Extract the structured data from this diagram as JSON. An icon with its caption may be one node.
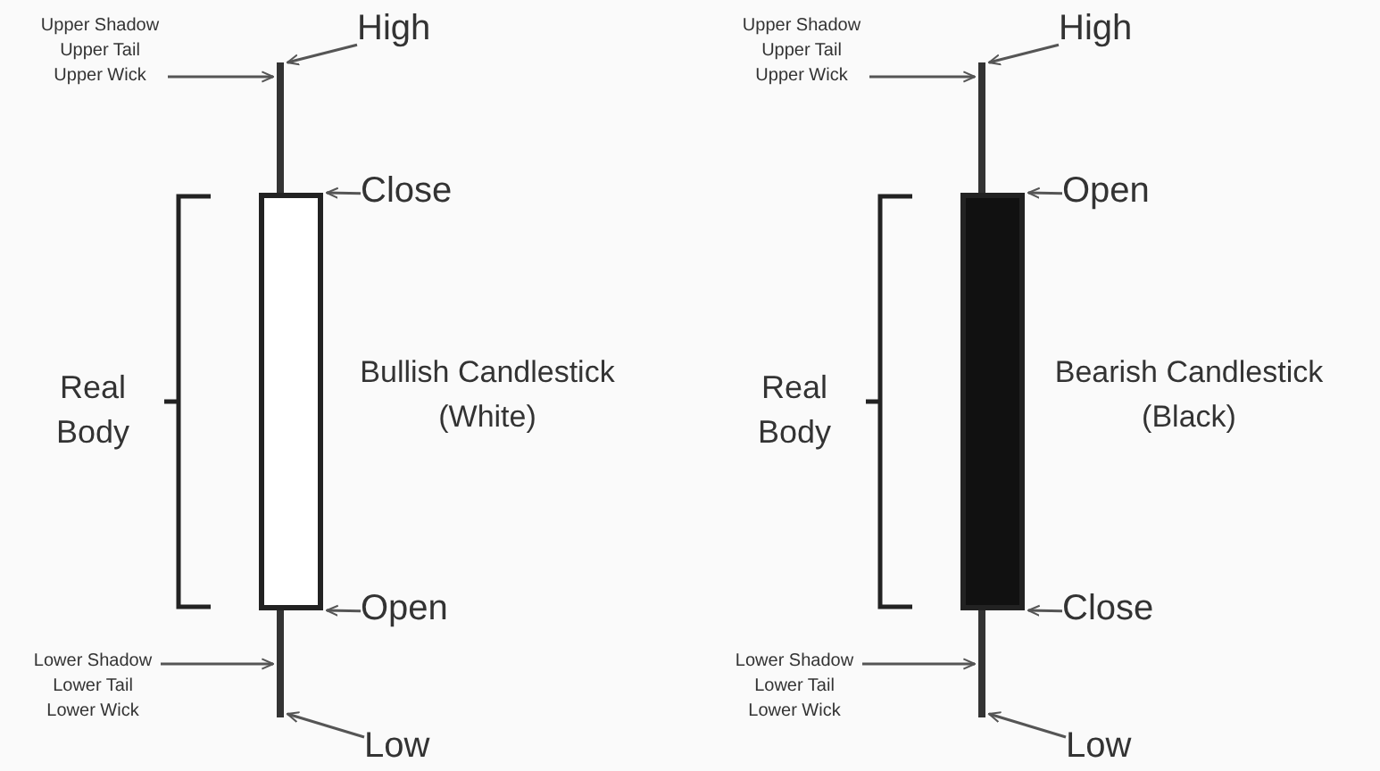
{
  "diagram": {
    "nodes": [
      {
        "text": [
          "High"
        ]
      },
      {
        "text": [
          "Upper Shadow Upper Tail Upper Wick"
        ]
      },
      {
        "text": [],
        "shape": "bar"
      },
      {
        "text": [
          "Close"
        ]
      },
      {
        "text": [],
        "shape": "box",
        "beside": [
          "Bullish Candlestick (White)"
        ]
      },
      {
        "text": [
          "Open"
        ]
      },
      {
        "text": [
          "Lower Shadow Lower Tail Lower Wick"
        ]
      },
      {
        "text": [],
        "shape": "bar"
      },
      {
        "text": [
          "Low"
        ]
      },
      {
        "text": [
          "High"
        ]
      },
      {
        "text": [
          "Upper Shadow Upper Tail Upper Wick"
        ]
      },
      {
        "text": [],
        "shape": "bar"
      },
      {
        "text": [
          "Open"
        ]
      },
      {
        "text": [],
        "shape": "box",
        "beside": [
          "Bearish Candlestick (Black)"
        ]
      },
      {
        "text": [
          "Close"
        ]
      },
      {
        "text": [
          "Lower Shadow Lower Tail Lower Wick"
        ]
      },
      {
        "text": [],
        "shape": "bar"
      },
      {
        "text": [
          "Low"
        ]
      }
    ],
    "edges": [
      {
        "from": 0,
        "to": 2,
        "arrow": "to"
      },
      {
        "from": 1,
        "to": 2,
        "arrow": "to"
      },
      {
        "from": 3,
        "to": 4,
        "arrow": "to"
      },
      {
        "from": 5,
        "to": 4,
        "arrow": "to"
      },
      {
        "from": 6,
        "to": 7,
        "arrow": "to"
      },
      {
        "from": 8,
        "to": 7,
        "arrow": "to"
      },
      {
        "from": 9,
        "to": 11,
        "arrow": "to"
      },
      {
        "from": 10,
        "to": 11,
        "arrow": "to"
      },
      {
        "from": 12,
        "to": 13,
        "arrow": "to"
      },
      {
        "from": 14,
        "to": 13,
        "arrow": "to"
      },
      {
        "from": 15,
        "to": 16,
        "arrow": "to"
      },
      {
        "from": 17,
        "to": 16,
        "arrow": "to"
      }
    ],
    "labels": [
      "Real Body",
      "Real Body"
    ]
  }
}
